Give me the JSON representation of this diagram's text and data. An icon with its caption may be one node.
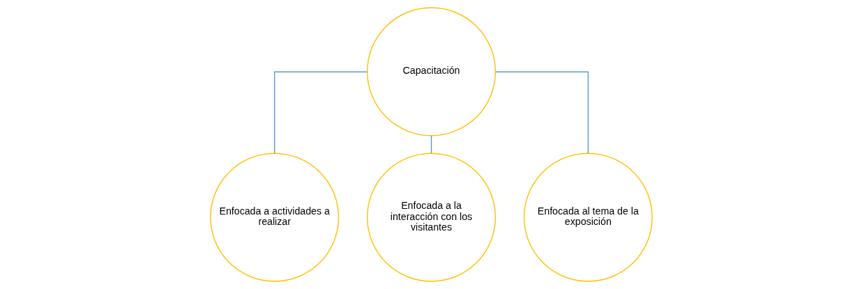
{
  "diagram": {
    "nodes": [
      {
        "text": [
          "Capacitación"
        ]
      },
      {
        "text": [
          "Enfocada a actividades a realizar"
        ]
      },
      {
        "text": [
          "Enfocada a la interacción con los visitantes"
        ]
      },
      {
        "text": [
          "Enfocada al tema de la exposición"
        ]
      }
    ],
    "edges": [
      {
        "from": 0,
        "to": 1,
        "arrow": "none"
      },
      {
        "from": 0,
        "to": 2,
        "arrow": "none"
      },
      {
        "from": 0,
        "to": 3,
        "arrow": "none"
      }
    ]
  }
}
